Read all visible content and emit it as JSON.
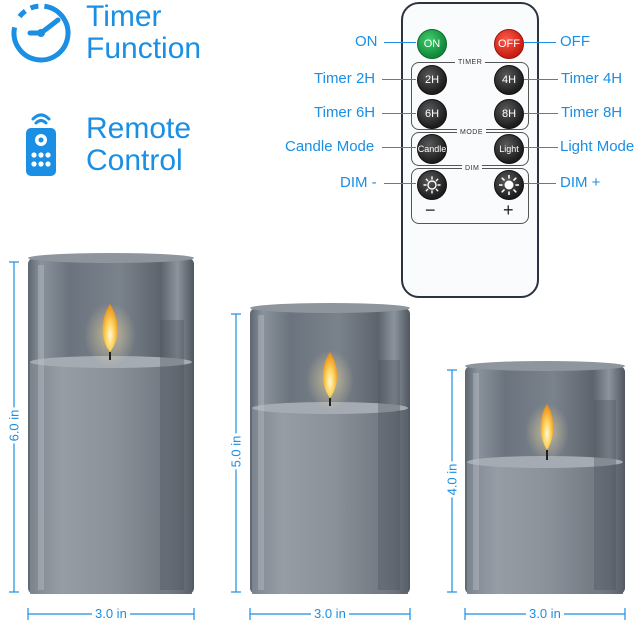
{
  "features": {
    "timer_line1": "Timer",
    "timer_line2": "Function",
    "remote_line1": "Remote",
    "remote_line2": "Control"
  },
  "remote": {
    "labels": {
      "on": "ON",
      "off": "OFF",
      "timer_2h": "Timer 2H",
      "timer_4h": "Timer 4H",
      "timer_6h": "Timer 6H",
      "timer_8h": "Timer 8H",
      "candle_mode": "Candle Mode",
      "light_mode": "Light Mode",
      "dim_minus": "DIM -",
      "dim_plus": "DIM +"
    },
    "buttons": {
      "on": "ON",
      "off": "OFF",
      "b2h": "2H",
      "b4h": "4H",
      "b6h": "6H",
      "b8h": "8H",
      "candle": "Candle",
      "light": "Light",
      "minus": "−",
      "plus": "+"
    },
    "groups": {
      "timer": "TIMER",
      "mode": "MODE",
      "dim": "DIM"
    }
  },
  "candles": {
    "large": {
      "height": "6.0 in",
      "width": "3.0 in"
    },
    "medium": {
      "height": "5.0 in",
      "width": "3.0 in"
    },
    "small": {
      "height": "4.0 in",
      "width": "3.0 in"
    }
  },
  "colors": {
    "accent": "#1a8fe3",
    "remote_body": "#fafbfc",
    "on_button": "#1fa84c",
    "off_button": "#e0291b",
    "glass": "#6f7780"
  }
}
